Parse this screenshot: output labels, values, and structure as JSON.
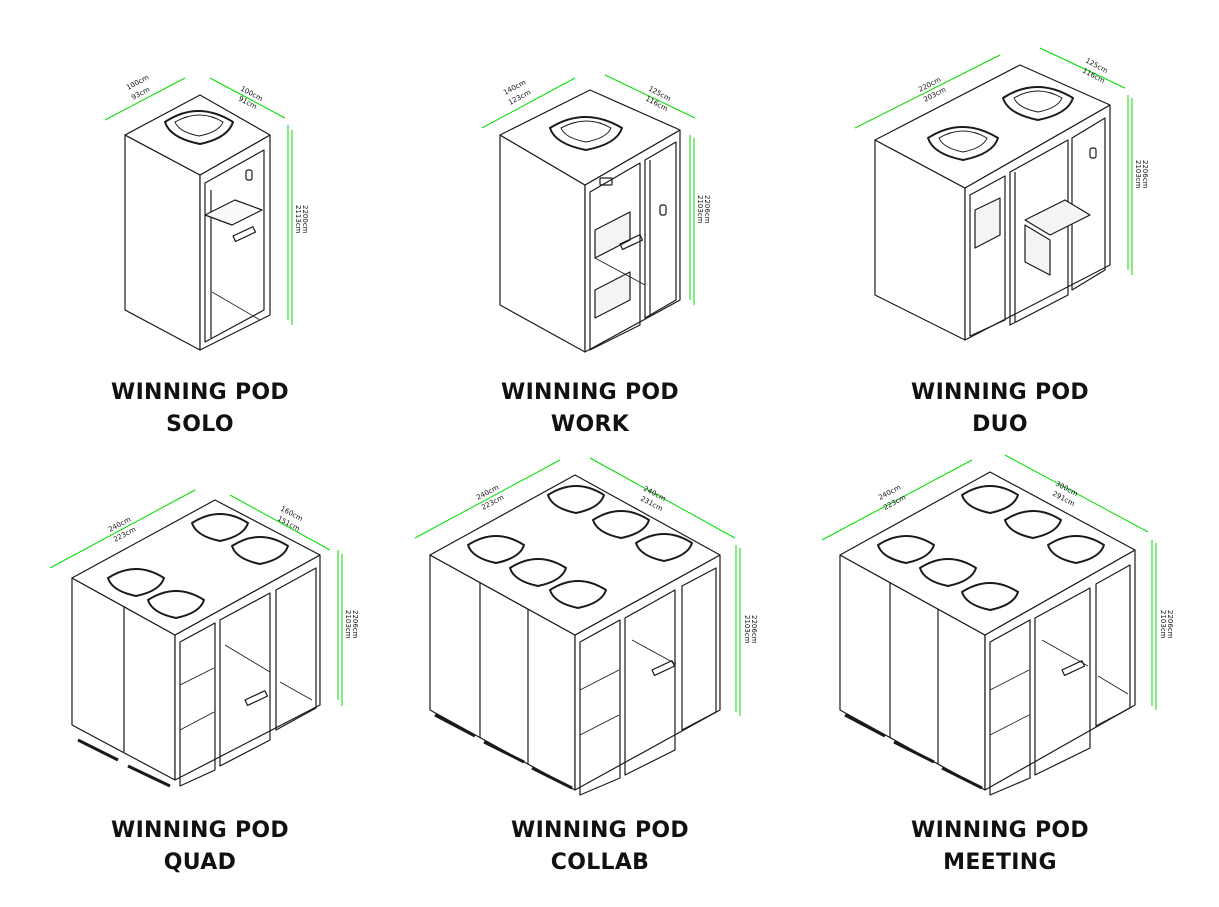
{
  "pods": [
    {
      "line1": "WINNING POD",
      "line2": "SOLO",
      "dims": {
        "width": [
          "100cm",
          "93cm"
        ],
        "depth": [
          "100cm",
          "91cm"
        ],
        "height": [
          "2113cm",
          "2200cm"
        ]
      }
    },
    {
      "line1": "WINNING POD",
      "line2": "WORK",
      "dims": {
        "width": [
          "140cm",
          "123cm"
        ],
        "depth": [
          "125cm",
          "116cm"
        ],
        "height": [
          "2103cm",
          "2206cm"
        ]
      }
    },
    {
      "line1": "WINNING POD",
      "line2": "DUO",
      "dims": {
        "width": [
          "220cm",
          "203cm"
        ],
        "depth": [
          "125cm",
          "116cm"
        ],
        "height": [
          "2103cm",
          "2206cm"
        ]
      }
    },
    {
      "line1": "WINNING POD",
      "line2": "QUAD",
      "dims": {
        "width": [
          "240cm",
          "223cm"
        ],
        "depth": [
          "160cm",
          "151cm"
        ],
        "height": [
          "2103cm",
          "2206cm"
        ]
      }
    },
    {
      "line1": "WINNING POD",
      "line2": "COLLAB",
      "dims": {
        "width": [
          "240cm",
          "223cm"
        ],
        "depth": [
          "240cm",
          "231cm"
        ],
        "height": [
          "2103cm",
          "2206cm"
        ]
      }
    },
    {
      "line1": "WINNING POD",
      "line2": "MEETING",
      "dims": {
        "width": [
          "240cm",
          "223cm"
        ],
        "depth": [
          "300cm",
          "291cm"
        ],
        "height": [
          "2103cm",
          "2206cm"
        ]
      }
    }
  ],
  "colors": {
    "dimension_line": "#00dd00",
    "outline": "#1a1a1a"
  }
}
